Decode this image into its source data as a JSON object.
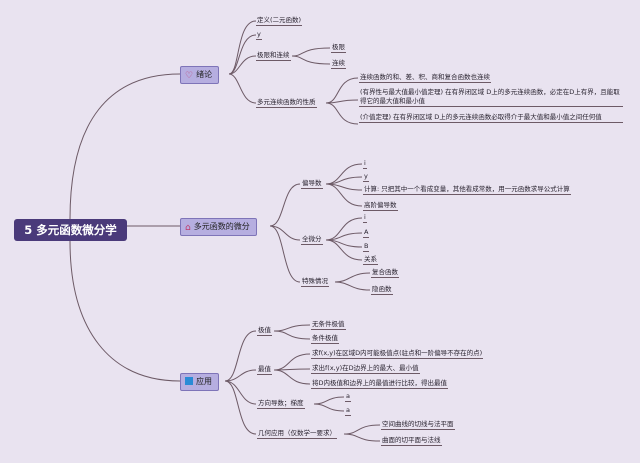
{
  "root": "5 多元函数微分学",
  "ch1": {
    "title": "绪论",
    "icon": "heart-icon",
    "items": [
      "定义(二元函数)",
      "y",
      "极限和连续",
      "多元连续函数的性质"
    ],
    "limit_children": [
      "极限",
      "连续"
    ],
    "props": [
      "连续函数的和、差、积、商和复合函数也连续",
      "(有界性与最大值最小值定理) 在有界闭区域 D上的多元连续函数，必定在D上有界，且能取得它的最大值和最小值",
      "(介值定理) 在有界闭区域 D上的多元连续函数必取得介于最大值和最小值之间任何值"
    ]
  },
  "ch2": {
    "title": "多元函数的微分",
    "icon": "house-icon",
    "items": [
      "偏导数",
      "全微分",
      "特殊情况"
    ],
    "partial": [
      "i",
      "y",
      "计算: 只把其中一个看成变量，其他看成常数，用一元函数求导公式计算",
      "高阶偏导数"
    ],
    "total": [
      "i",
      "A",
      "B",
      "关系"
    ],
    "special": [
      "复合函数",
      "隐函数"
    ]
  },
  "ch3": {
    "title": "应用",
    "icon": "square-icon",
    "accent": "#2a8bd6",
    "items": [
      "极值",
      "最值",
      "方向导数；梯度",
      "几何应用（仅数学一要求）"
    ],
    "extrema": [
      "无条件极值",
      "条件极值"
    ],
    "maxmin": [
      "求f(x,y)在区域D内可能极值点(驻点和一阶偏导不存在的点)",
      "求出f(x,y)在D边界上的最大、最小值",
      "将D内极值和边界上的最值进行比较，得出最值"
    ],
    "direction": [
      "a",
      "a"
    ],
    "geometry": [
      "空间曲线的切线与法平面",
      "曲面的切平面与法线"
    ]
  }
}
